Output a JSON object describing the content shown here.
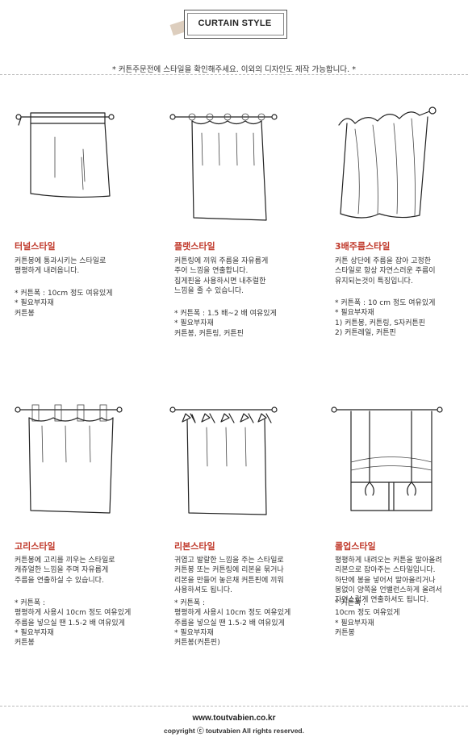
{
  "header": {
    "title": "CURTAIN STYLE"
  },
  "notice": "* 커튼주문전에 스타일을 확인해주세요. 이외의 디자인도 제작 가능합니다. *",
  "styles": [
    {
      "title": "터널스타일",
      "desc": "커튼봉에 통과시키는 스타일로\n평평하게 내려옵니다.",
      "spec": "* 커튼폭 : 10cm 정도 여유있게\n* 필요부자재\n   커튼봉"
    },
    {
      "title": "플랫스타일",
      "desc": "커튼링에 끼워 주름을 자유롭게\n주어 느낌을 연출합니다.\n집게핀을 사용하시면 내추럴한\n느낌을 줄 수 있습니다.",
      "spec": "* 커튼폭 : 1.5 배~2 배 여유있게\n* 필요부자재\n   커튼봉, 커튼링, 커튼핀"
    },
    {
      "title": "3배주름스타일",
      "desc": "커튼 상단에 주름을 잡아 고정한\n스타일로 항상 자연스러운 주름이\n유지되는것이 특징입니다.",
      "spec": "* 커튼폭 :  10 cm 정도 여유있게\n* 필요부자재\n   1) 커튼봉, 커튼링, S자커튼핀\n   2) 커튼레일, 커튼핀"
    },
    {
      "title": "고리스타일",
      "desc": "커튼봉에 고리를 끼우는 스타일로\n캐쥬얼한 느낌을 주며 자유롭게\n주름을 연출하실 수 있습니다.",
      "spec": "* 커튼폭 :\n   평평하게 사용시 10cm 정도 여유있게\n   주름을 넣으실 땐 1.5-2 배 여유있게\n* 필요부자재\n   커튼봉"
    },
    {
      "title": "리본스타일",
      "desc": "귀엽고 발랄한 느낌을 주는 스타일로\n커튼봉 또는 커튼링에 리본을 묶거나\n리본을 만들어 놓은채 커튼핀에 끼워\n사용하셔도 됩니다.",
      "spec": "* 커튼폭 :\n   평평하게 사용시 10cm 정도 여유있게\n   주름을 넣으실 땐 1.5-2 배 여유있게\n* 필요부자재\n   커튼봉(커튼핀)"
    },
    {
      "title": "롤업스타일",
      "desc": "평평하게 내려오는 커튼을 말아올려\n리본으로 잡아주는 스타일입니다.\n하단에 봉을 넣어서 말아올리거나\n봉없이 양쪽을 언밸런스하게 올려서\n자연스럽게 연출하셔도 됩니다.",
      "spec": "* 커튼폭 :\n   10cm 정도 여유있게\n* 필요부자재\n   커튼봉"
    }
  ],
  "footer": {
    "url": "www.toutvabien.co.kr",
    "copyright": "copyright ⓒ toutvabien All rights reserved."
  }
}
